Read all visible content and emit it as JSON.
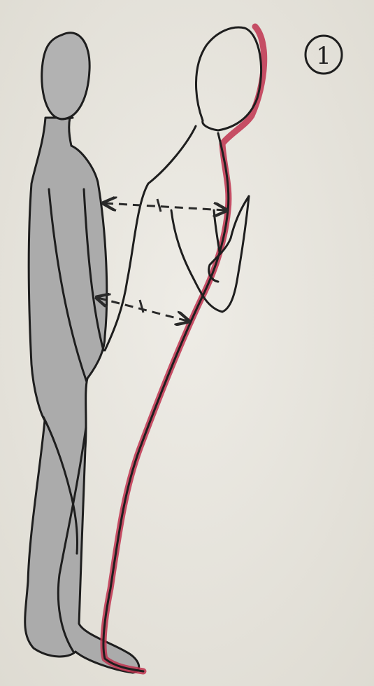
{
  "figure": {
    "step_number": "1",
    "colors": {
      "paper": "#e9e7e0",
      "ink": "#1e1e1e",
      "shade": "#a9a9a9",
      "highlight": "#c0324f",
      "arrow": "#2a2a2a"
    },
    "figures": [
      {
        "name": "back-figure",
        "shaded": true
      },
      {
        "name": "front-figure",
        "shaded": false,
        "outline_highlight": "back-line"
      }
    ],
    "arrows": [
      {
        "name": "upper-distance-arrow",
        "style": "dashed",
        "heads": "both",
        "tick": true
      },
      {
        "name": "lower-distance-arrow",
        "style": "dashed",
        "heads": "both",
        "tick": true
      }
    ]
  }
}
